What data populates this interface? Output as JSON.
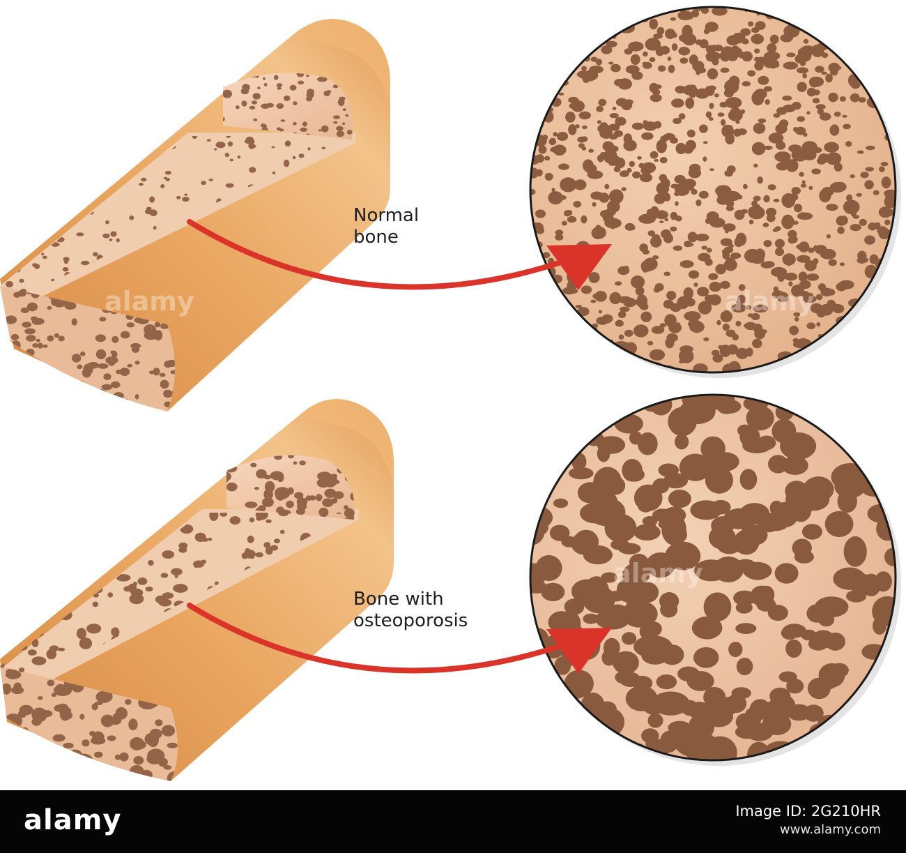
{
  "labels": {
    "normal": [
      "Normal",
      "bone"
    ],
    "osteoporosis": [
      "Bone with",
      "osteoporosis"
    ]
  },
  "watermark": "alamy",
  "footer": {
    "logo": "alamy",
    "image_id": "Image ID: 2G210HR",
    "site": "www.alamy.com"
  },
  "colors": {
    "bone_shaft": "#e8a35f",
    "bone_cut": "#f0c9a6",
    "pore": "#8f5f43",
    "arrow": "#d9332a",
    "footer": "#050505"
  }
}
